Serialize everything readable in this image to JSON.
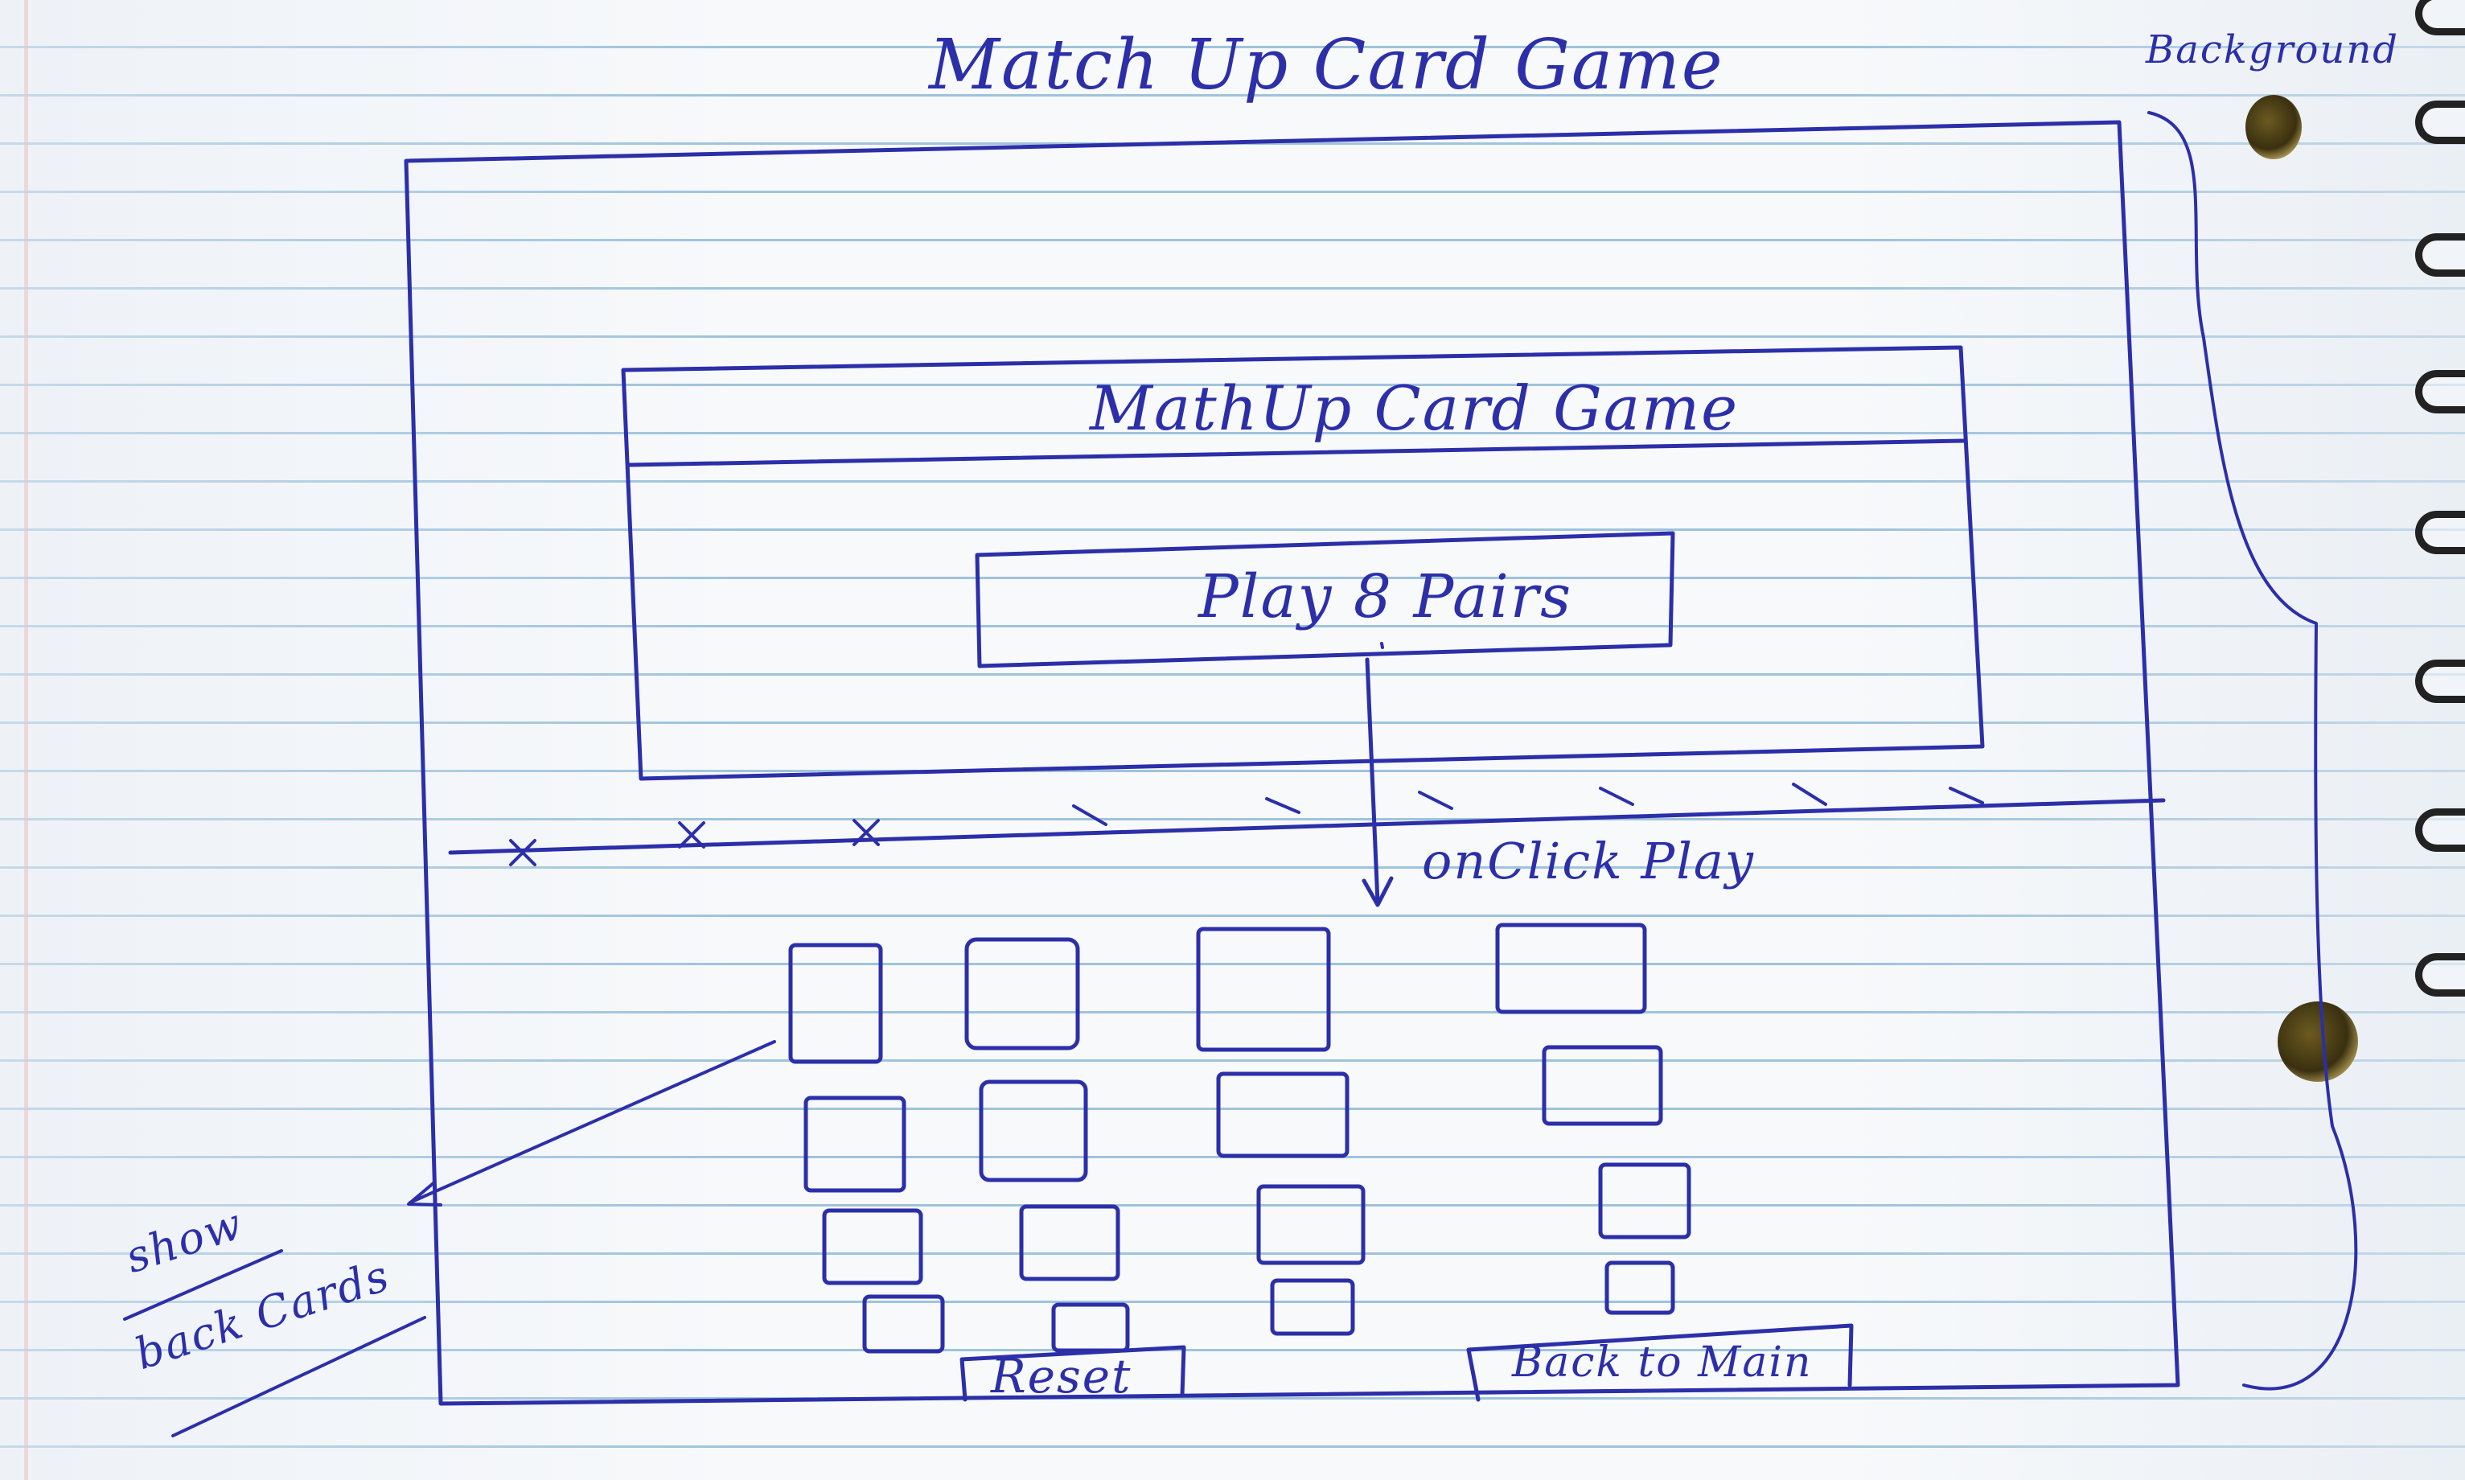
{
  "page_title": "Match Up Card Game",
  "background_label": "Background",
  "main_panel": {
    "title": "MathUp Card Game",
    "play_button_label": "Play 8 Pairs"
  },
  "onclick_label": "onClick Play",
  "show_back_cards_label": {
    "line1": "show",
    "line2": "back Cards"
  },
  "reset_button_label": "Reset",
  "back_to_main_button_label": "Back to Main",
  "ink_color": "#2c2fa8"
}
